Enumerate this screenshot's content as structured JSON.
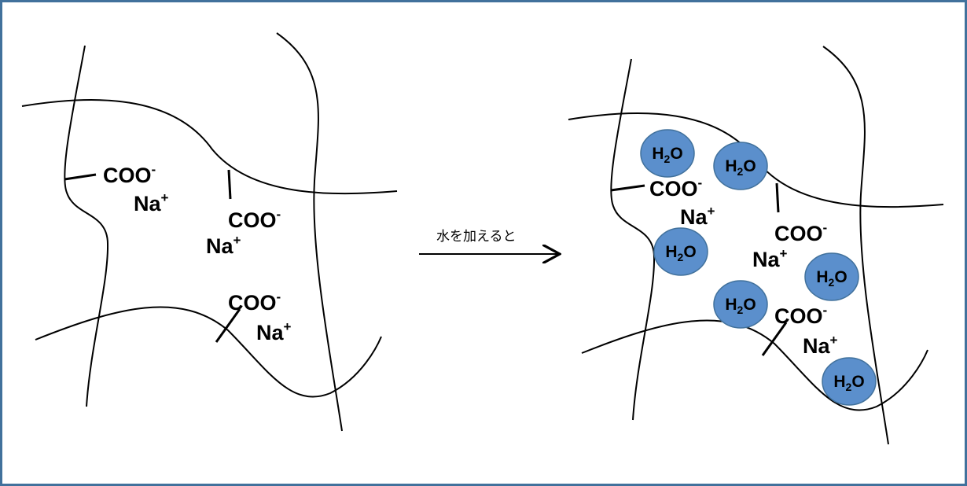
{
  "arrow": {
    "label": "水を加えると"
  },
  "groups": {
    "ion": "COO",
    "ion_charge": "-",
    "counter": "Na",
    "counter_charge": "+"
  },
  "water": {
    "H": "H",
    "sub": "2",
    "O": "O"
  },
  "colors": {
    "water_fill": "#5b8fcc",
    "water_stroke": "#41719c",
    "frame": "#41719c"
  }
}
